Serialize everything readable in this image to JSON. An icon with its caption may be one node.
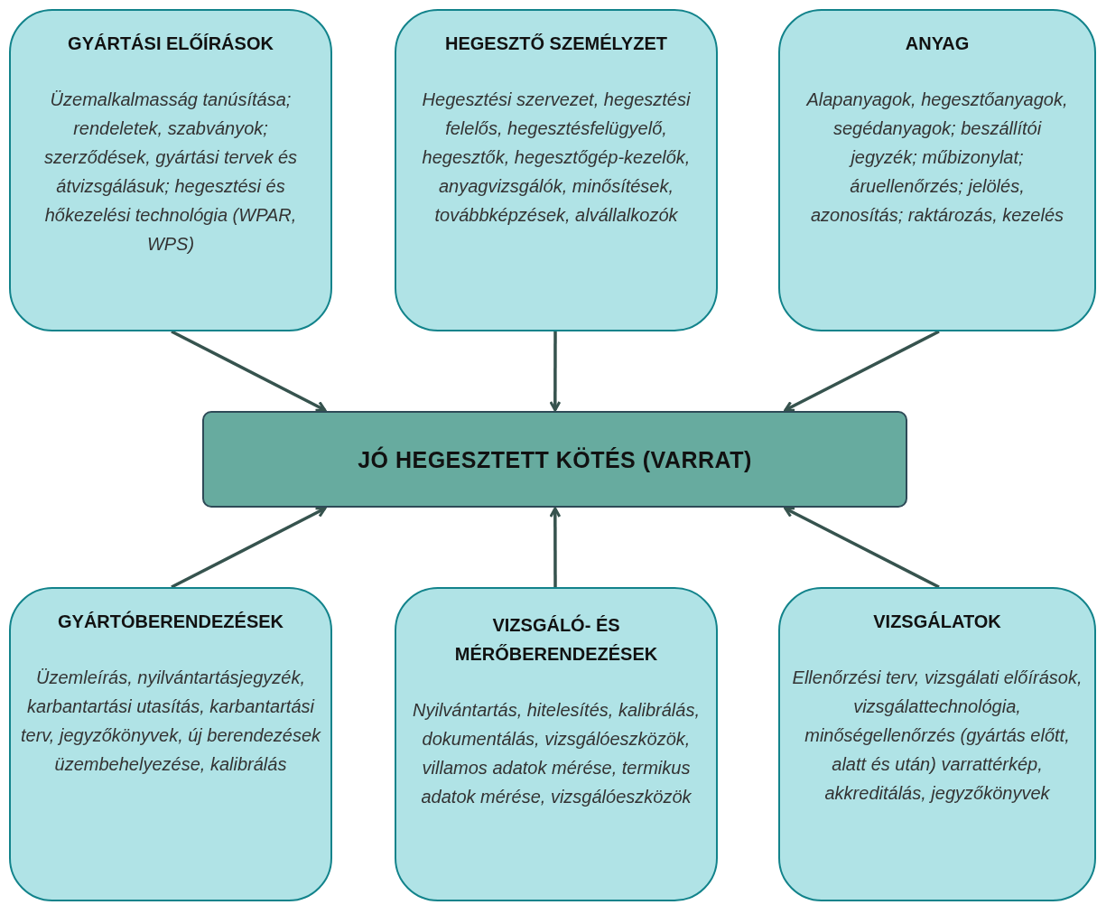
{
  "diagram": {
    "nodes": [
      {
        "text": [
          "GYÁRTÁSI ELŐÍRÁSOK",
          "Üzemalkalmasság tanúsítása; rendeletek, szabványok; szerződések, gyártási tervek és átvizsgálásuk; hegesztési és hőkezelési technológia (WPAR, WPS)"
        ]
      },
      {
        "text": [
          "HEGESZTŐ SZEMÉLYZET",
          "Hegesztési szervezet, hegesztési felelős, hegesztésfelügyelő, hegesztők, hegesztőgép-kezelők, anyagvizsgálók, minősítések, továbbképzések, alvállalkozók"
        ]
      },
      {
        "text": [
          "ANYAG",
          "Alapanyagok, hegesztőanyagok, segédanyagok; beszállítói jegyzék; műbizonylat; áruellenőrzés; jelölés, azonosítás; raktározás, kezelés"
        ]
      },
      {
        "text": [
          "JÓ HEGESZTETT KÖTÉS (VARRAT)"
        ]
      },
      {
        "text": [
          "GYÁRTÓBERENDEZÉSEK",
          "Üzemleírás, nyilvántartásjegyzék, karbantartási utasítás, karbantartási terv, jegyzőkönyvek, új berendezések üzembehelyezése, kalibrálás"
        ]
      },
      {
        "text": [
          "VIZSGÁLÓ- ÉS MÉRŐBERENDEZÉSEK",
          "Nyilvántartás, hitelesítés, kalibrálás, dokumentálás, vizsgálóeszközök, villamos adatok mérése, termikus adatok mérése, vizsgálóeszközök"
        ]
      },
      {
        "text": [
          "VIZSGÁLATOK",
          "Ellenőrzési terv, vizsgálati előírások, vizsgálattechnológia, minőségellenőrzés (gyártás előtt, alatt és után) varrattérkép, akkreditálás, jegyzőkönyvek"
        ]
      }
    ],
    "edges": [
      {
        "from": 0,
        "to": 3,
        "arrow": "to"
      },
      {
        "from": 1,
        "to": 3,
        "arrow": "to"
      },
      {
        "from": 2,
        "to": 3,
        "arrow": "to"
      },
      {
        "from": 4,
        "to": 3,
        "arrow": "to"
      },
      {
        "from": 5,
        "to": 3,
        "arrow": "to"
      },
      {
        "from": 6,
        "to": 3,
        "arrow": "to"
      }
    ]
  }
}
